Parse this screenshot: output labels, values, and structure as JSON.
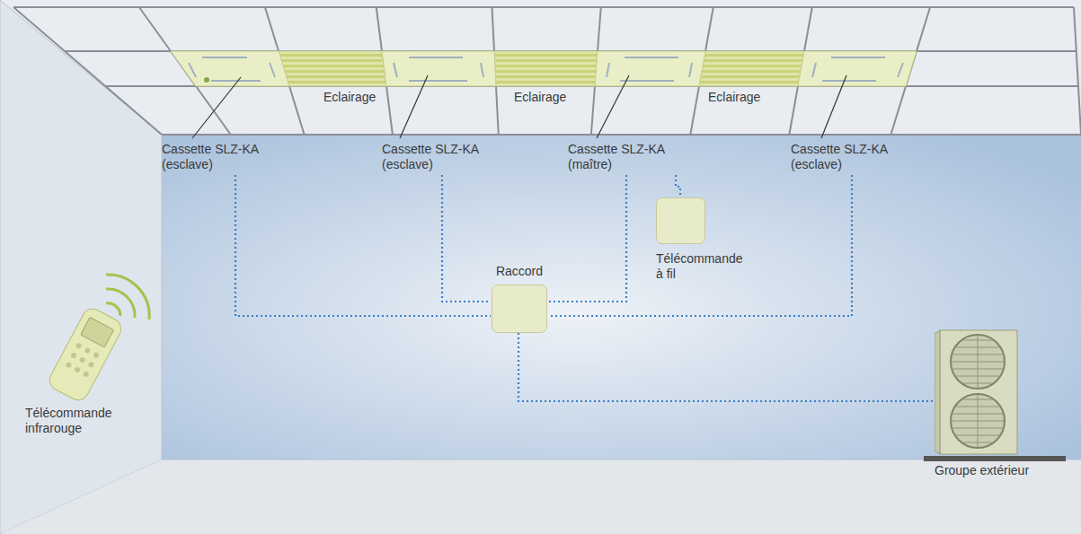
{
  "diagram": {
    "nodes": [
      {
        "text": [
          "Cassette SLZ-KA (esclave)"
        ]
      },
      {
        "text": [
          "Cassette SLZ-KA (esclave)"
        ]
      },
      {
        "text": [
          "Cassette SLZ-KA (maître)"
        ]
      },
      {
        "text": [
          "Cassette SLZ-KA (esclave)"
        ]
      },
      {
        "text": [
          "Raccord"
        ]
      },
      {
        "text": [
          "Télécommande à fil"
        ]
      },
      {
        "text": [
          "Groupe extérieur"
        ]
      }
    ],
    "edges": [
      {
        "from": 0,
        "to": 4,
        "arrow": "none"
      },
      {
        "from": 1,
        "to": 4,
        "arrow": "none"
      },
      {
        "from": 2,
        "to": 4,
        "arrow": "none"
      },
      {
        "from": 3,
        "to": 4,
        "arrow": "none"
      },
      {
        "from": 2,
        "to": 5,
        "arrow": "none"
      },
      {
        "from": 4,
        "to": 6,
        "arrow": "none"
      }
    ],
    "labels": [
      "Eclairage",
      "Eclairage",
      "Eclairage",
      "Télécommande infrarouge"
    ]
  }
}
